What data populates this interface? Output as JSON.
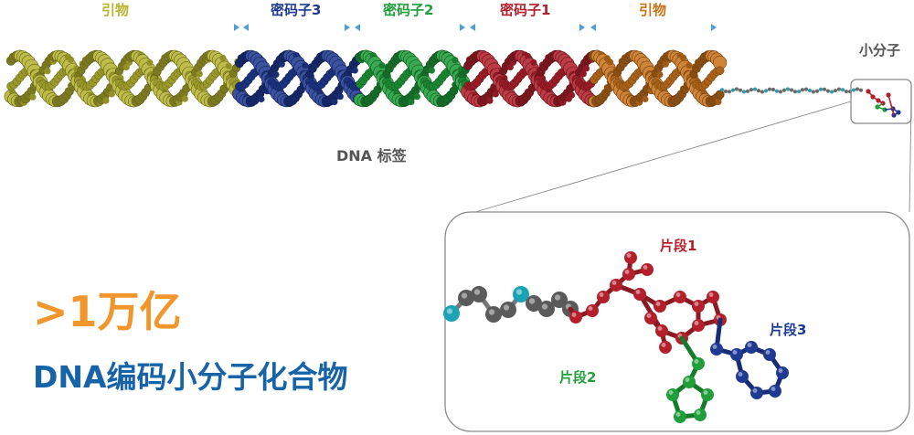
{
  "segments": [
    {
      "label": "引物",
      "color": "#b6b430"
    },
    {
      "label": "密码子3",
      "color": "#1f3a93"
    },
    {
      "label": "密码子2",
      "color": "#1f9e3a"
    },
    {
      "label": "密码子1",
      "color": "#b3202c"
    },
    {
      "label": "引物",
      "color": "#c8731c"
    }
  ],
  "tag_label": "DNA 标签",
  "small_molecule_label": "小分子",
  "fragments": [
    {
      "label": "片段1",
      "color": "#b3202c"
    },
    {
      "label": "片段2",
      "color": "#1f9e3a"
    },
    {
      "label": "片段3",
      "color": "#1f3a93"
    }
  ],
  "headline": {
    "count": ">1万亿",
    "subtitle": "DNA编码小分子化合物",
    "count_color": "#f0962d",
    "subtitle_color": "#1763a8"
  },
  "colors": {
    "marker": "#4f9fd6",
    "linker_gray": "#666666",
    "linker_cyan": "#1aa3b5",
    "frame": "#8a8a8a"
  }
}
